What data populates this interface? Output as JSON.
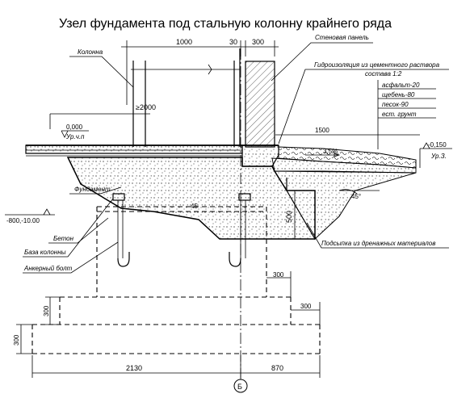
{
  "title": "Узел фундамента под стальную колонну крайнего ряда",
  "labels": {
    "column": "Колонна",
    "wall_panel": "Стеновая панель",
    "waterproofing_line1": "Гидроизоляция из цементного раствора",
    "waterproofing_line2": "состава 1:2",
    "asphalt": "асфальт-20",
    "gravel": "щебень-80",
    "sand": "песок-90",
    "soil": "ест. грунт",
    "floor_level": "Ур.ч.п",
    "ground_level": "Ур.З.",
    "foundation": "Фундамент",
    "concrete": "Бетон",
    "column_base": "База колонны",
    "anchor_bolt": "Анкерный болт",
    "drain_fill": "Подсыпка из дренажных материалов"
  },
  "dimensions": {
    "d1000": "1000",
    "d30": "30",
    "d300_top": "300",
    "d2000": "≥2000",
    "d1500": "1500",
    "elev_0": "0,000",
    "elev_m0150": "-0,150",
    "elev_foot": "-800,-10.00",
    "slope": "3,5%",
    "angle45a": "45",
    "angle45b": "45°",
    "d500": "500",
    "d300_a": "300",
    "d300_b": "300",
    "d300_left": "300",
    "d300_left2": "300",
    "d2130": "2130",
    "d870": "870",
    "axis_mark": "Б"
  }
}
